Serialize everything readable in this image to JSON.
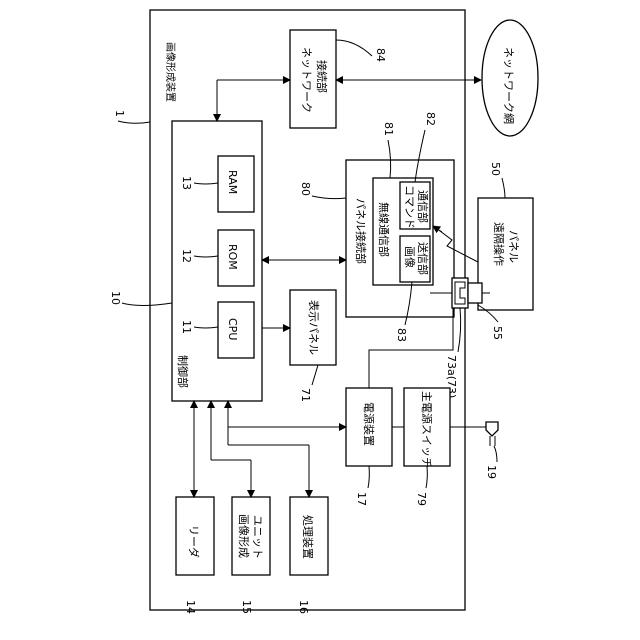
{
  "diagram": {
    "apparatus_title": "画像形成装置",
    "apparatus_ref": "1",
    "control_unit": {
      "label": "制御部",
      "ref": "10"
    },
    "cpu": {
      "label": "CPU",
      "ref": "11"
    },
    "rom": {
      "label": "ROM",
      "ref": "12"
    },
    "ram": {
      "label": "RAM",
      "ref": "13"
    },
    "reader": {
      "label": "リーダ",
      "ref": "14"
    },
    "image_forming_unit": {
      "line1": "画像形成",
      "line2": "ユニット",
      "ref": "15"
    },
    "processing_device": {
      "label": "処理装置",
      "ref": "16"
    },
    "power_supply": {
      "label": "電源装置",
      "ref": "17"
    },
    "plug": {
      "ref": "19"
    },
    "remote_panel": {
      "line1": "遠隔操作",
      "line2": "パネル",
      "ref": "50"
    },
    "connector_ref": "55",
    "display_panel": {
      "label": "表示パネル",
      "ref": "71"
    },
    "switch_ref": "73a(73)",
    "main_power_switch": {
      "label": "主電源スイッチ",
      "ref": "79"
    },
    "panel_connection": {
      "label": "パネル接続部",
      "ref": "80"
    },
    "wireless": {
      "label": "無線通信部",
      "ref": "81"
    },
    "command_comm": {
      "line1": "コマンド",
      "line2": "通信部",
      "ref": "82"
    },
    "image_tx": {
      "line1": "画像",
      "line2": "送信部",
      "ref": "83"
    },
    "network_connection": {
      "line1": "ネットワーク",
      "line2": "接続部",
      "ref": "84"
    },
    "network": {
      "label": "ネットワーク網"
    }
  }
}
